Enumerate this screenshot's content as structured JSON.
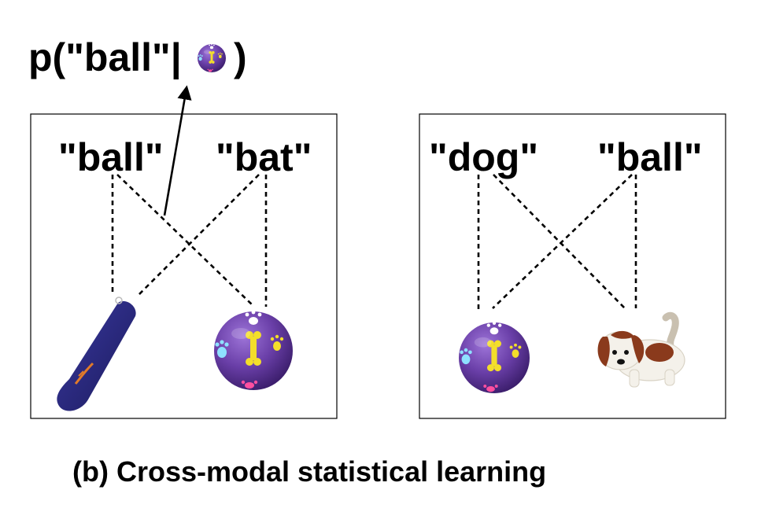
{
  "formula": {
    "prefix": "p(\"ball\"|",
    "suffix": ")"
  },
  "scenes": [
    {
      "words": [
        "\"ball\"",
        "\"bat\""
      ],
      "objects": [
        "bat-toy",
        "ball-toy"
      ]
    },
    {
      "words": [
        "\"dog\"",
        "\"ball\""
      ],
      "objects": [
        "ball-toy",
        "dog-toy"
      ]
    }
  ],
  "caption": "(b) Cross-modal statistical learning",
  "colors": {
    "ball_purple": "#6a3fa8",
    "bat_navy": "#26257a",
    "dog_brown": "#8a3a1c"
  }
}
